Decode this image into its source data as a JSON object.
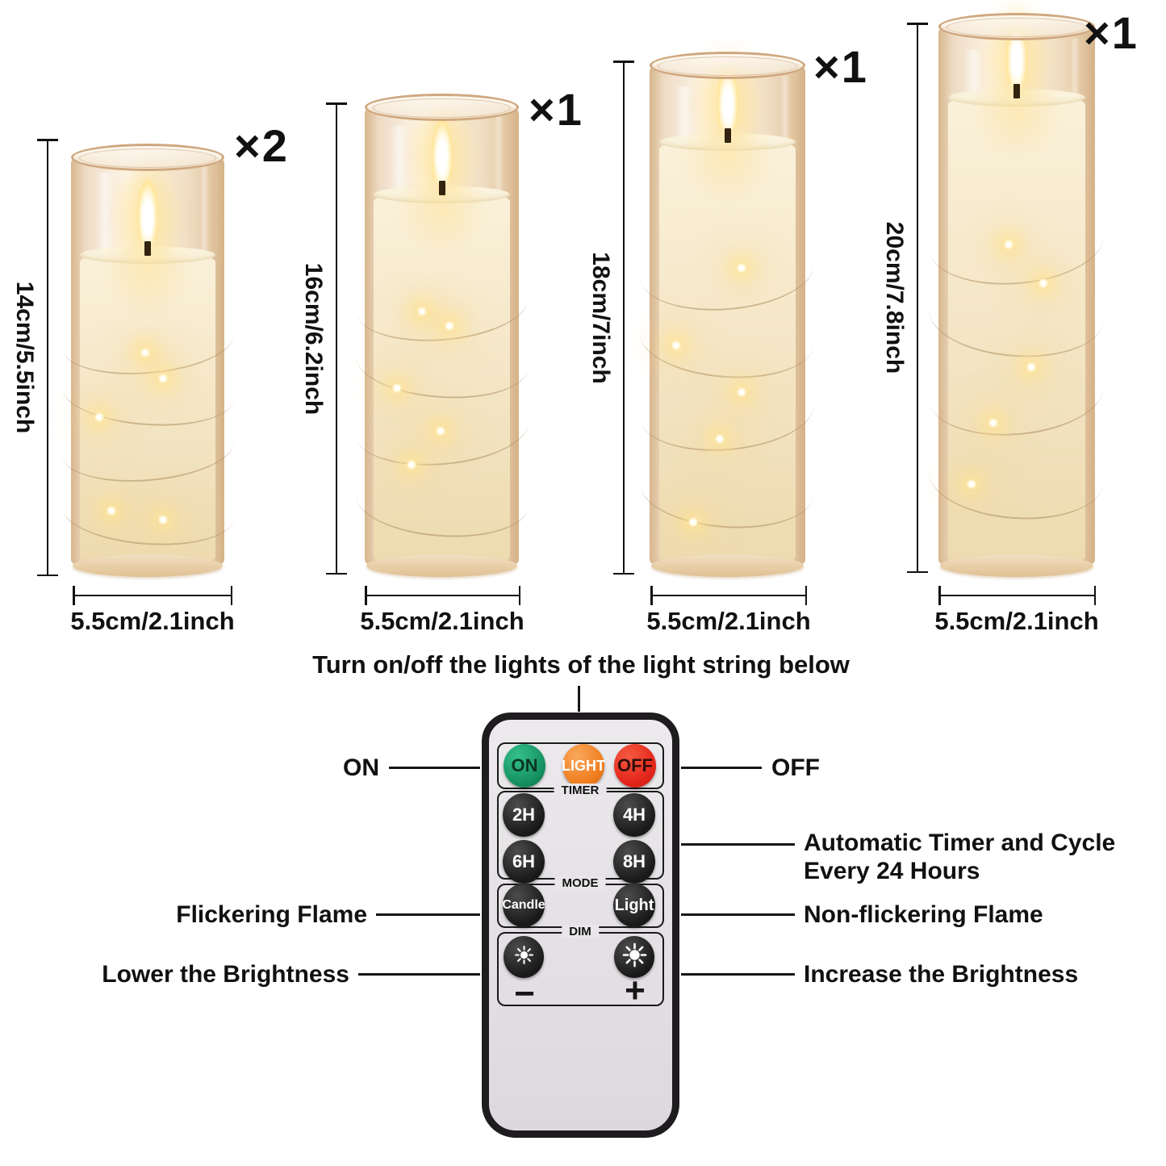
{
  "title": "Turn on/off the lights of the light string below",
  "candles": [
    {
      "qty": "×2",
      "height_label": "14cm/5.5inch",
      "width_label": "5.5cm/2.1inch"
    },
    {
      "qty": "×1",
      "height_label": "16cm/6.2inch",
      "width_label": "5.5cm/2.1inch"
    },
    {
      "qty": "×1",
      "height_label": "18cm/7inch",
      "width_label": "5.5cm/2.1inch"
    },
    {
      "qty": "×1",
      "height_label": "20cm/7.8inch",
      "width_label": "5.5cm/2.1inch"
    }
  ],
  "remote": {
    "power": {
      "on": "ON",
      "light": "LIGHT",
      "off": "OFF"
    },
    "timer": {
      "label": "TIMER",
      "buttons": [
        "2H",
        "4H",
        "6H",
        "8H"
      ]
    },
    "mode": {
      "label": "MODE",
      "candle": "Candle",
      "light": "Light"
    },
    "dim": {
      "label": "DIM",
      "minus": "−",
      "plus": "+"
    }
  },
  "callouts": {
    "on": "ON",
    "off": "OFF",
    "timer_note_line1": "Automatic Timer and Cycle",
    "timer_note_line2": "Every 24 Hours",
    "flickering": "Flickering Flame",
    "non_flickering": "Non-flickering Flame",
    "lower": "Lower the Brightness",
    "increase": "Increase the Brightness"
  },
  "colors": {
    "on_button": "#1aa06b",
    "light_button": "#f07d22",
    "off_button": "#e8271d",
    "remote_face": "#e9e6ea",
    "flame_glow": "#ffe69b"
  }
}
